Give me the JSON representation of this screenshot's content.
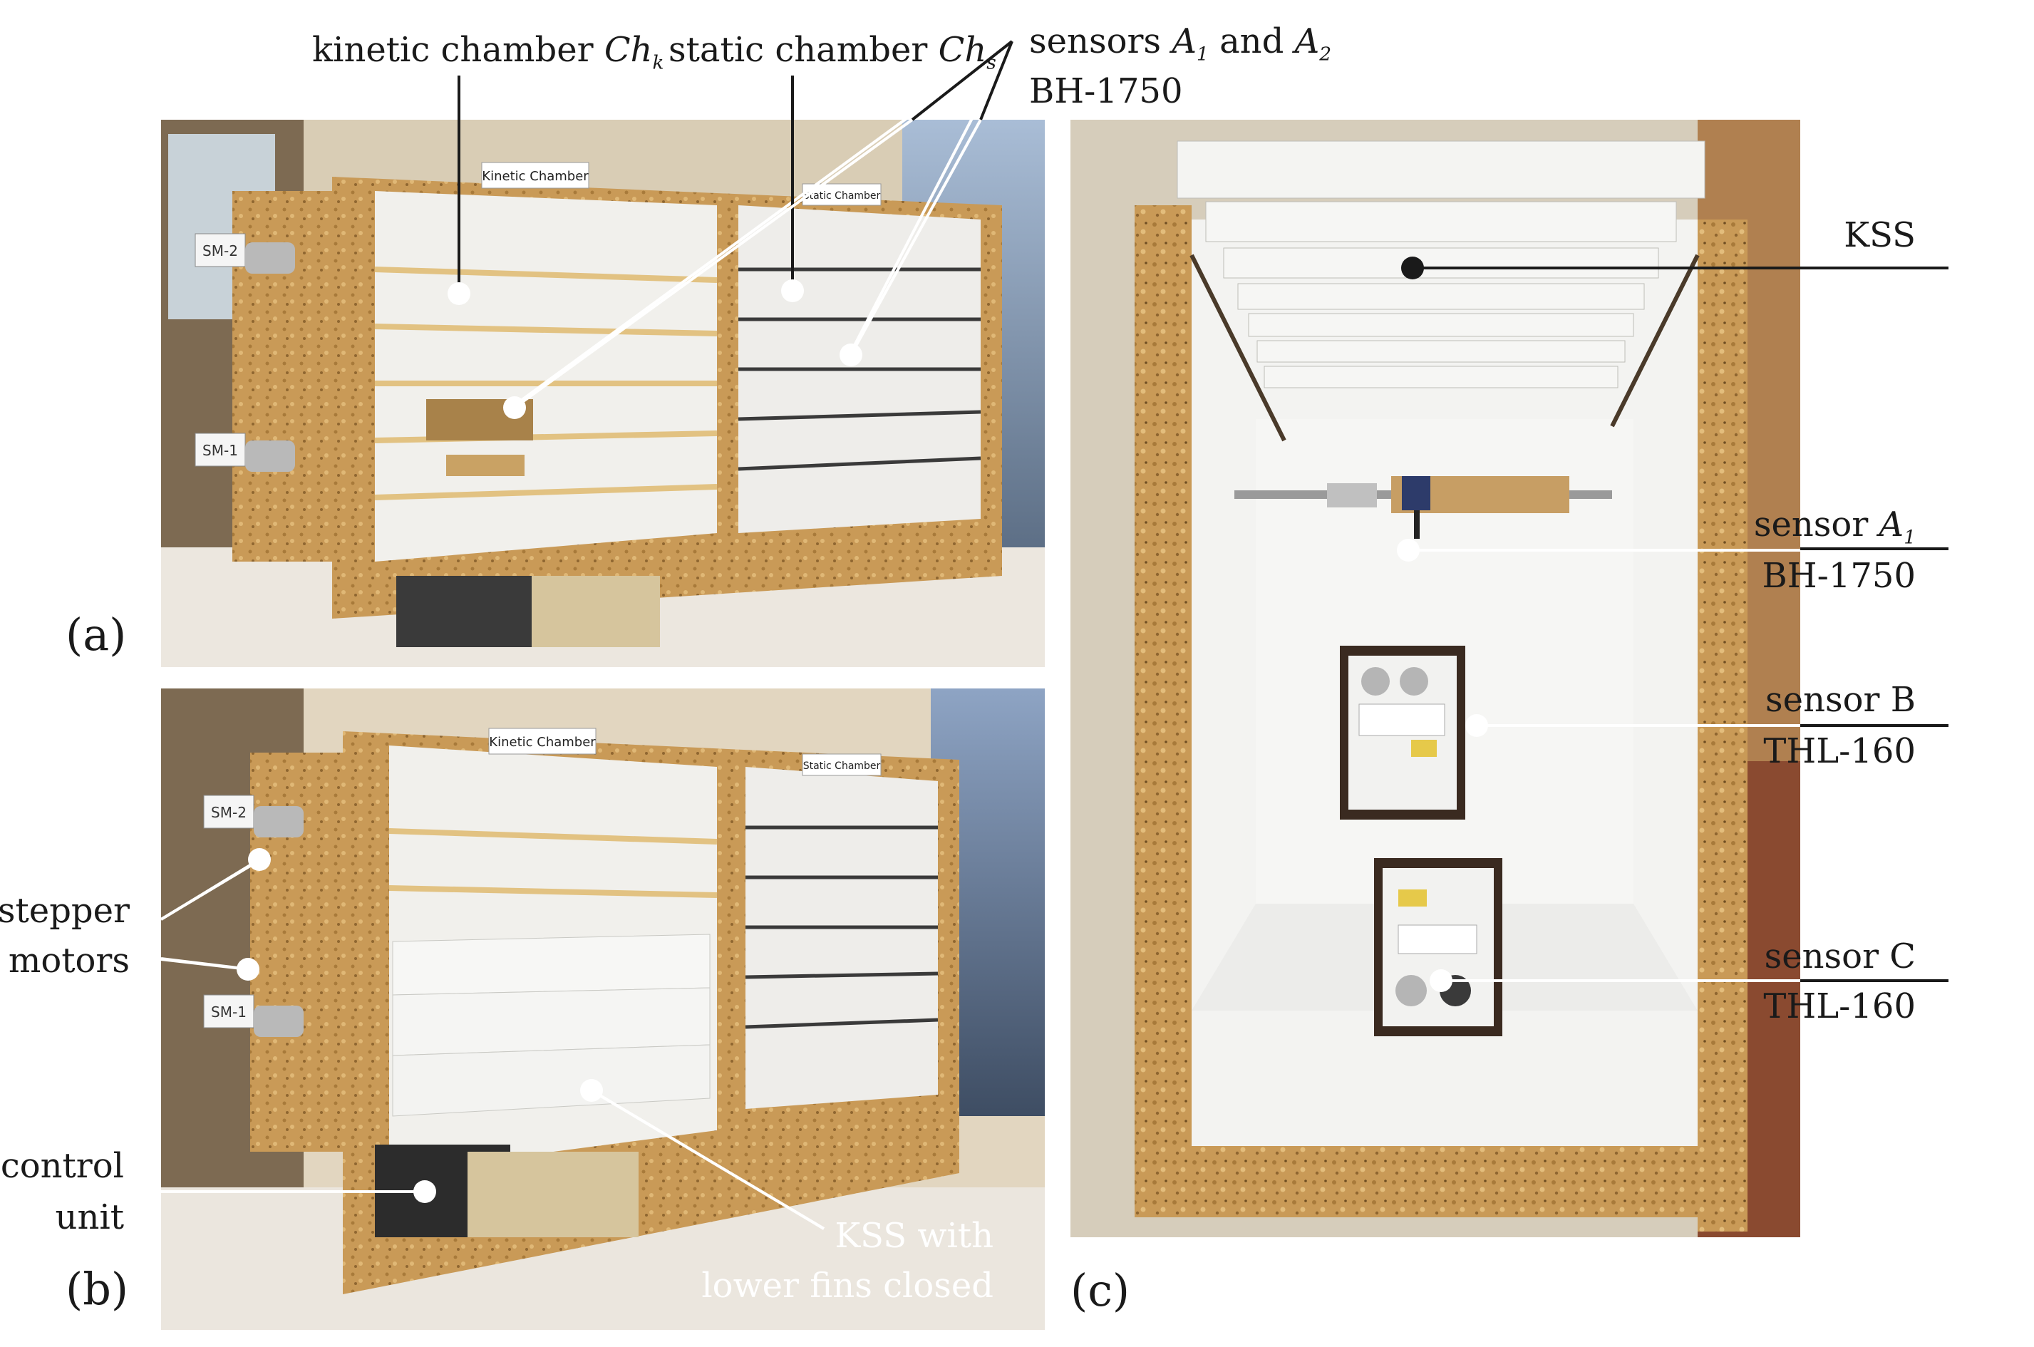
{
  "labels": {
    "kinetic_chamber": "kinetic chamber",
    "kinetic_chamber_sym": "Ch",
    "kinetic_chamber_sub": "k",
    "static_chamber": "static chamber",
    "static_chamber_sym": "Ch",
    "static_chamber_sub": "s",
    "sensors_a_prefix": "sensors",
    "sensors_a1": "A",
    "sensors_a1_sub": "1",
    "sensors_and": "and",
    "sensors_a2": "A",
    "sensors_a2_sub": "2",
    "sensors_model": "BH-1750",
    "stepper_motors_1": "stepper",
    "stepper_motors_2": "motors",
    "control_unit_1": "control",
    "control_unit_2": "unit",
    "kss_closed_1": "KSS with",
    "kss_closed_2": "lower fins closed",
    "kss": "KSS",
    "sensor_a1_prefix": "sensor",
    "sensor_a1_sym": "A",
    "sensor_a1_sub": "1",
    "sensor_a1_model": "BH-1750",
    "sensor_b_1": "sensor B",
    "sensor_b_2": "THL-160",
    "sensor_c_1": "sensor C",
    "sensor_c_2": "THL-160"
  },
  "panels": {
    "a": "(a)",
    "b": "(b)",
    "c": "(c)"
  },
  "photo_signs": {
    "kinetic_chamber": "Kinetic Chamber",
    "static_chamber": "Static Chamber",
    "sm2": "SM-2",
    "sm1": "SM-1"
  },
  "colors": {
    "osb": "#c89a55",
    "white_board": "#f2f2ef",
    "wall": "#d8cdb8",
    "sky": "#8fa6c2",
    "dark": "#2a2a2a"
  }
}
